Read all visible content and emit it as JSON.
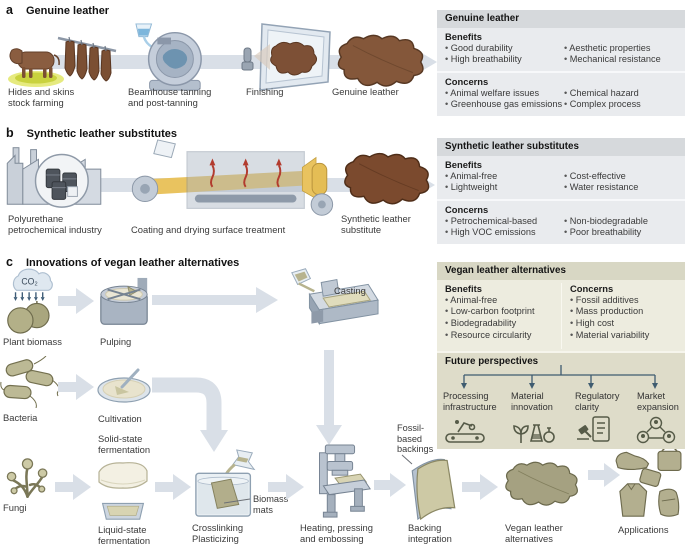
{
  "a": {
    "panel_label": "a",
    "title": "Genuine leather",
    "steps": [
      "Hides and skins\nstock farming",
      "Beamhouse tanning\nand post-tanning",
      "Finishing",
      "Genuine leather"
    ],
    "box": {
      "title": "Genuine leather",
      "benefits_label": "Benefits",
      "benefits": [
        "Good durability",
        "High breathability",
        "Aesthetic properties",
        "Mechanical resistance"
      ],
      "concerns_label": "Concerns",
      "concerns": [
        "Animal welfare issues",
        "Greenhouse gas emissions",
        "Chemical hazard",
        "Complex process"
      ]
    }
  },
  "b": {
    "panel_label": "b",
    "title": "Synthetic leather substitutes",
    "steps": [
      "Polyurethane\npetrochemical industry",
      "Coating and drying surface treatment",
      "Synthetic leather\nsubstitute"
    ],
    "box": {
      "title": "Synthetic leather substitutes",
      "benefits_label": "Benefits",
      "benefits": [
        "Animal-free",
        "Lightweight",
        "Cost-effective",
        "Water resistance"
      ],
      "concerns_label": "Concerns",
      "concerns": [
        "Petrochemical-based",
        "High VOC emissions",
        "Non-biodegradable",
        "Poor breathability"
      ]
    }
  },
  "c": {
    "panel_label": "c",
    "title": "Innovations of vegan leather alternatives",
    "co2": "CO₂",
    "steps": {
      "plant_biomass": "Plant biomass",
      "pulping": "Pulping",
      "casting": "Casting",
      "bacteria": "Bacteria",
      "cultivation": "Cultivation",
      "solid_state": "Solid-state\nfermentation",
      "fungi": "Fungi",
      "liquid_state": "Liquid-state\nfermentation",
      "crosslinking": "Crosslinking\nPlasticizing",
      "biomass_mats": "Biomass\nmats",
      "heating": "Heating, pressing\nand embossing",
      "fossil_backings": "Fossil-\nbased\nbackings",
      "backing_integration": "Backing\nintegration",
      "vegan_leather": "Vegan leather\nalternatives",
      "applications": "Applications"
    },
    "box": {
      "title": "Vegan leather alternatives",
      "benefits_label": "Benefits",
      "benefits": [
        "Animal-free",
        "Low-carbon footprint",
        "Biodegradability",
        "Resource circularity"
      ],
      "concerns_label": "Concerns",
      "concerns": [
        "Fossil additives",
        "Mass production",
        "High cost",
        "Material variability"
      ]
    },
    "future": {
      "title": "Future perspectives",
      "items": [
        "Processing\ninfrastructure",
        "Material\ninnovation",
        "Regulatory\nclarity",
        "Market\nexpansion"
      ]
    }
  },
  "colors": {
    "gray_box_header": "#d6d9dc",
    "gray_box_body": "#e9ebee",
    "beige_box_header": "#d8d7c4",
    "beige_box_body": "#edecdf",
    "future_section_bg": "#dedcc9",
    "flow_arrow": "#d9dfe7",
    "tree_connector": "#3f5c70",
    "leather_brown": "#84573a",
    "synthetic_brown": "#7b4a2e",
    "vegan_olive": "#a5a181"
  }
}
